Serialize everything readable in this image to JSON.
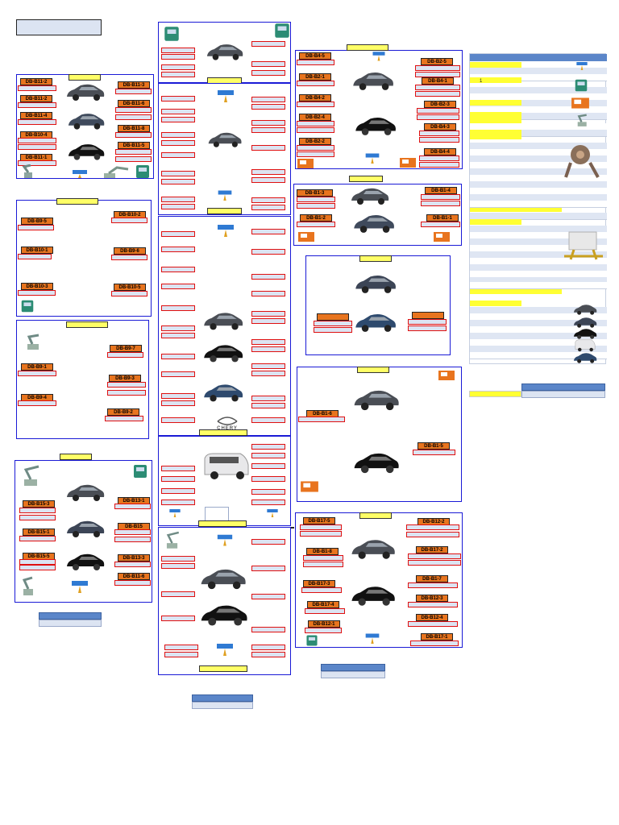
{
  "diagram": {
    "stations": {
      "a1": "DB-B11-2",
      "a2": "DB-B11-2",
      "a3": "DB-B11-4",
      "a4": "DB-B10-4",
      "a5": "DB-B11-1",
      "a6": "DB-B11-3",
      "a7": "DB-B11-6",
      "a8": "DB-B11-8",
      "a9": "DB-B11-5",
      "b1": "DB-B9-5",
      "b2": "DB-B10-1",
      "b3": "DB-B10-3",
      "b4": "DB-B10-2",
      "b5": "DB-B9-6",
      "b6": "DB-B10-5",
      "c1": "DB-B9-1",
      "c2": "DB-B9-4",
      "c3": "DB-B9-7",
      "c4": "DB-B9-3",
      "c5": "DB-B9-2",
      "d1": "DB-B15-3",
      "d2": "DB-B15-1",
      "d3": "DB-B15-5",
      "d4": "DB-B13-1",
      "d5": "DB-B15",
      "d6": "DB-B13-3",
      "d7": "DB-B11-6",
      "e1": "DB-B4-5",
      "e2": "DB-B2-1",
      "e3": "DB-B4-2",
      "e4": "DB-B2-4",
      "e5": "DB-B2-2",
      "e6": "DB-B2-5",
      "e7": "DB-B4-1",
      "e8": "DB-B2-3",
      "e9": "DB-B4-3",
      "e10": "DB-B4-4",
      "f1": "DB-B1-3",
      "f2": "DB-B1-2",
      "f3": "DB-B1-4",
      "f4": "DB-B1-1",
      "g1": "DB-B1-6",
      "g2": "DB-B1-5",
      "h1": "DB-B17-5",
      "h2": "DB-B1-8",
      "h3": "DB-B17-3",
      "h4": "DB-B17-4",
      "h5": "DB-B12-1",
      "h6": "DB-B12-2",
      "h7": "DB-B17-2",
      "h8": "DB-B1-7",
      "h9": "DB-B12-3",
      "h10": "DB-B12-4",
      "h11": "DB-B17-1"
    },
    "brand": "CHERY",
    "legend_marker": "1"
  },
  "colors": {
    "panel_border": "#1a1ad6",
    "station_fill": "#e8741e",
    "box_border": "#e01010",
    "box_fill": "#dce4f2",
    "tab_fill": "#ffff66",
    "legend_header": "#5b86c9"
  },
  "icons": [
    "welding-robot-icon",
    "spot-welding-gun-icon",
    "car-icon",
    "welding-machine-icon",
    "chery-logo-icon"
  ]
}
